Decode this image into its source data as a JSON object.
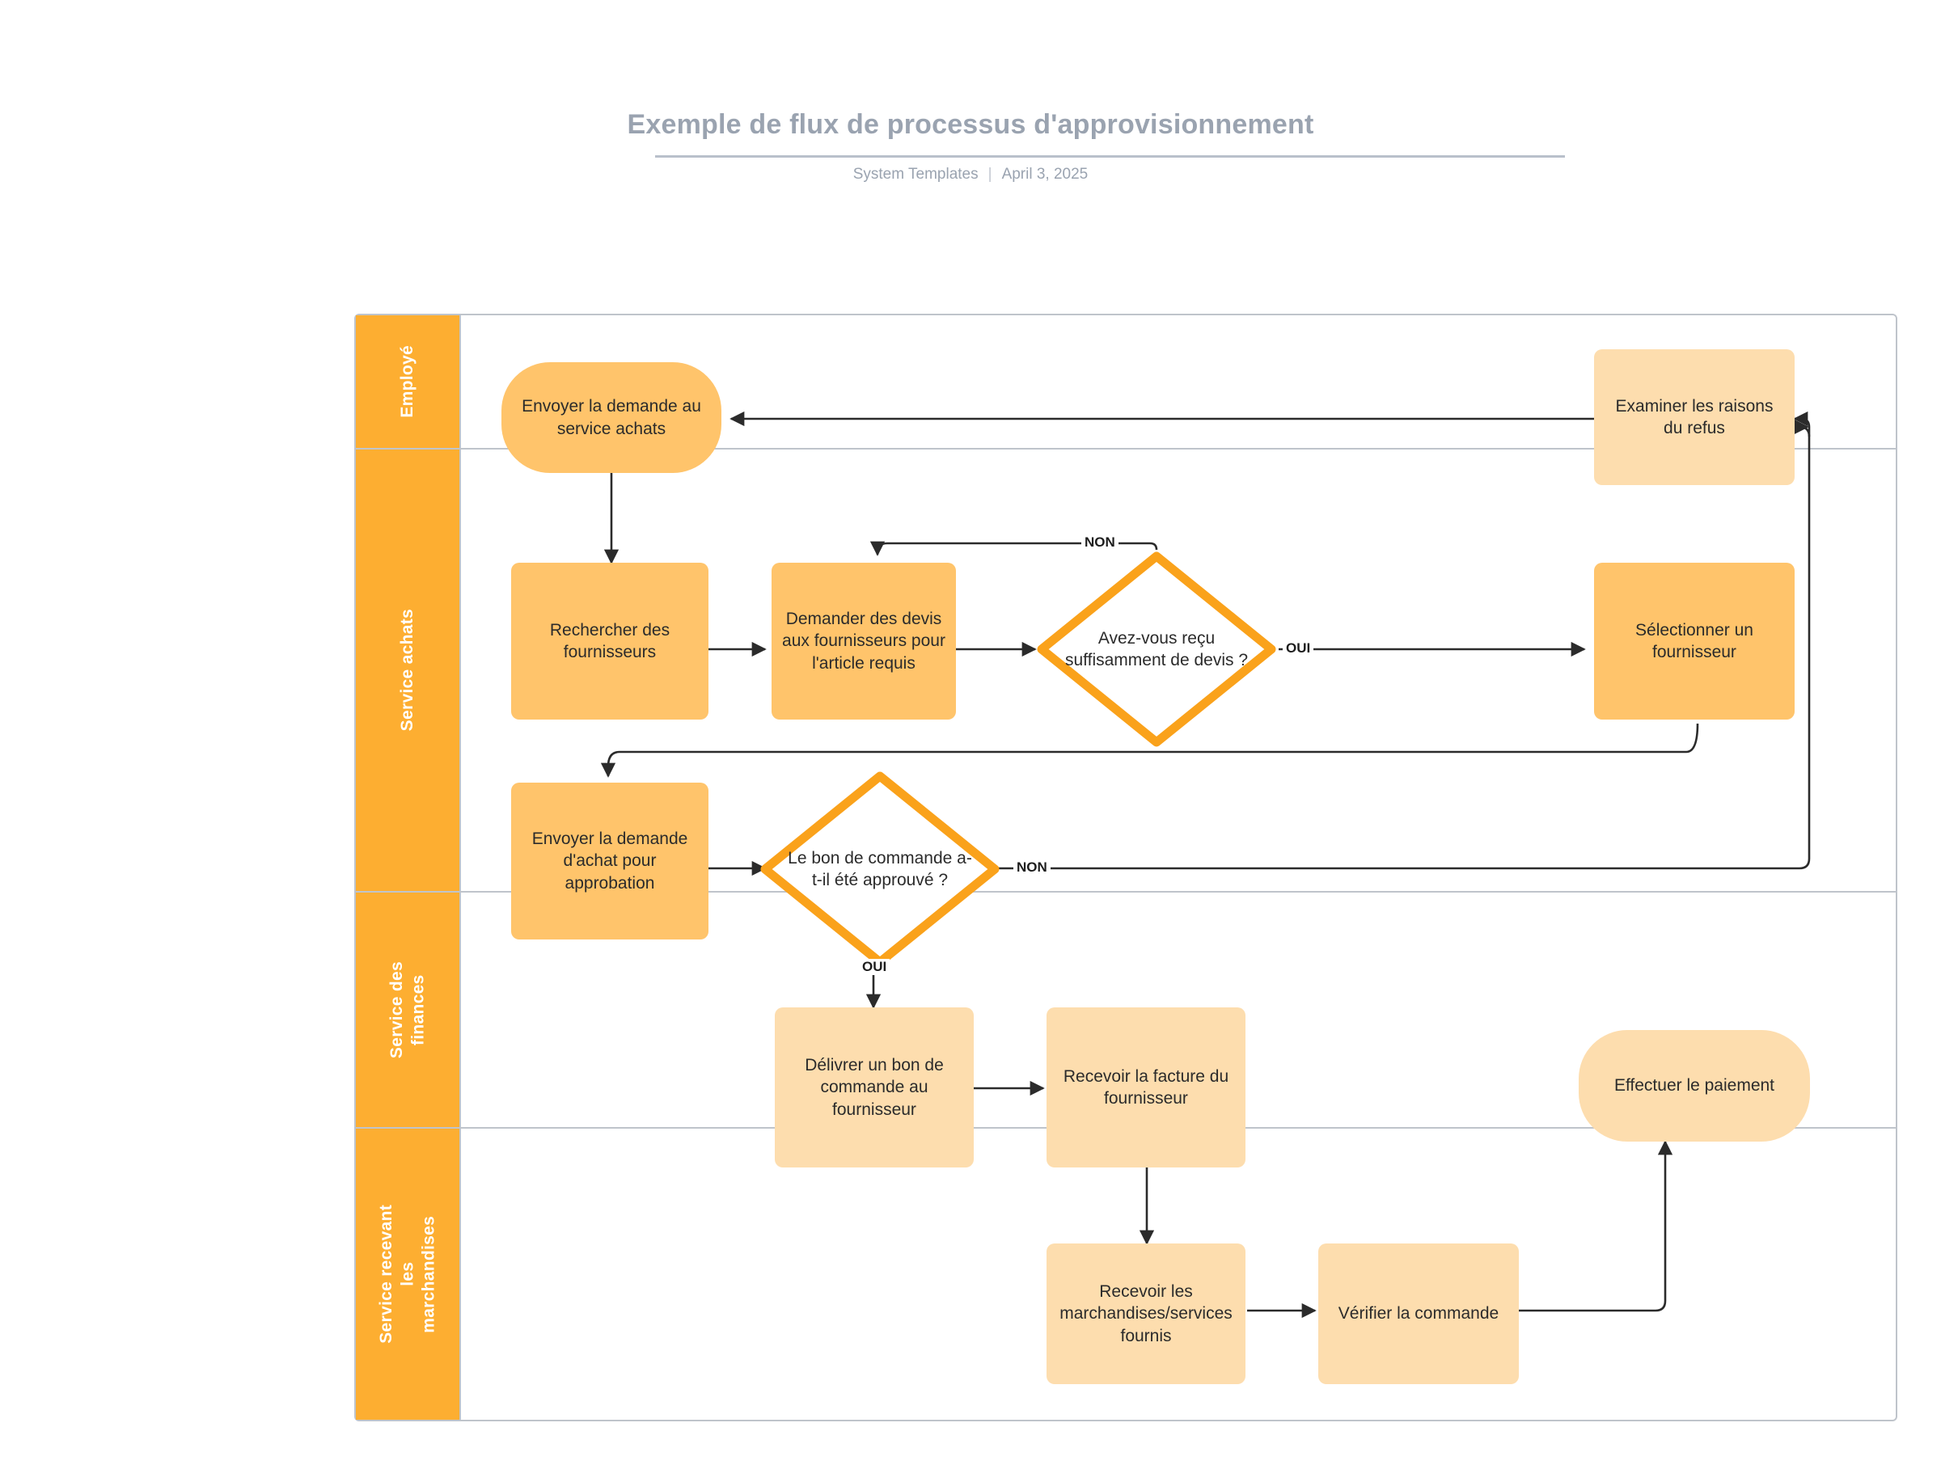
{
  "header": {
    "title": "Exemple de flux de processus d'approvisionnement",
    "author": "System Templates",
    "separator": "|",
    "date": "April 3, 2025"
  },
  "colors": {
    "lane_header": "#FDAE31",
    "node_fill_deep": "#FFC46B",
    "node_fill_light": "#FDDDAE",
    "decision_stroke": "#FAA21B",
    "pool_border": "#BFC4CB",
    "title_text": "#9AA3B0",
    "connector": "#2B2B2B"
  },
  "lanes": [
    {
      "id": "lane-employe",
      "label": "Employé"
    },
    {
      "id": "lane-service-achats",
      "label": "Service achats"
    },
    {
      "id": "lane-service-finances",
      "label": "Service des\nfinances"
    },
    {
      "id": "lane-service-marchandises",
      "label": "Service recevant\nles\nmarchandises"
    }
  ],
  "nodes": {
    "envoyer_demande_service_achats": "Envoyer la demande au service achats",
    "examiner_raisons_refus": "Examiner les raisons du refus",
    "rechercher_fournisseurs": "Rechercher des fournisseurs",
    "demander_devis": "Demander des devis aux fournisseurs pour l'article requis",
    "avez_vous_recu_devis": "Avez-vous reçu suffisamment de devis ?",
    "selectionner_fournisseur": "Sélectionner un fournisseur",
    "envoyer_demande_achat": "Envoyer la demande d'achat pour approbation",
    "bon_commande_approuve": "Le bon de commande a-t-il été approuvé ?",
    "delivrer_bon_commande": "Délivrer un bon de commande au fournisseur",
    "recevoir_facture": "Recevoir la facture du fournisseur",
    "effectuer_paiement": "Effectuer le paiement",
    "recevoir_marchandises": "Recevoir les marchandises/services fournis",
    "verifier_commande": "Vérifier la commande"
  },
  "edge_labels": {
    "devis_non": "NON",
    "devis_oui": "OUI",
    "approuve_non": "NON",
    "approuve_oui": "OUI"
  }
}
